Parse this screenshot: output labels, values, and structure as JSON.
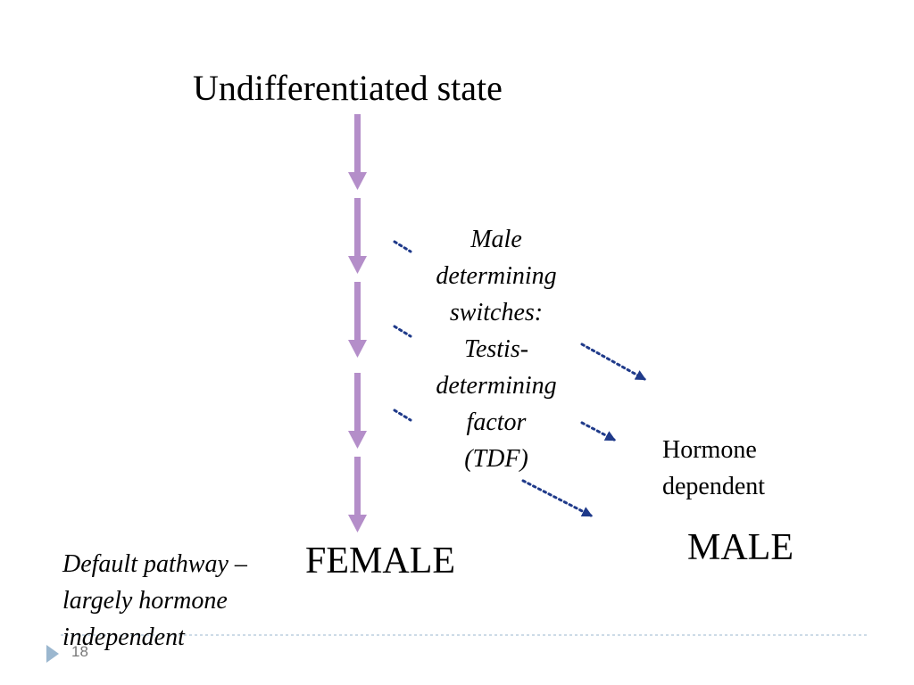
{
  "title": "Undifferentiated state",
  "tdf_text": "Male\ndetermining\nswitches:\nTestis-\ndetermining\nfactor\n(TDF)",
  "hormone_dependent": "Hormone\ndependent",
  "female_label": "FEMALE",
  "male_label": "MALE",
  "default_pathway": "Default pathway –\nlargely hormone\nindependent",
  "slide_number": "18",
  "colors": {
    "pathway_arrow": "#b48ec9",
    "switch_arrow": "#1f3a8a",
    "footer_line": "#9bb7cf",
    "footer_marker": "#9bb7cf"
  }
}
